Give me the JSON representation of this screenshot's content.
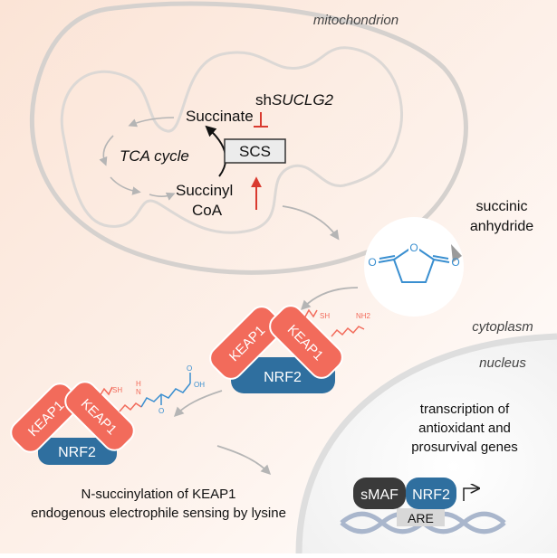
{
  "labels": {
    "mitochondrion": "mitochondrion",
    "succinate": "Succinate",
    "tca_cycle": "TCA cycle",
    "succinyl": "Succinyl",
    "coa": "CoA",
    "sh_prefix": "sh",
    "sh_gene": "SUCLG2",
    "scs": "SCS",
    "succinic": "succinic",
    "anhydride": "anhydride",
    "cytoplasm": "cytoplasm",
    "nucleus": "nucleus",
    "transcription_line1": "transcription of",
    "transcription_line2": "antioxidant and",
    "transcription_line3": "prosurvival genes",
    "caption_line1": "N-succinylation of KEAP1",
    "caption_line2": "endogenous electrophile sensing by lysine",
    "keap1": "KEAP1",
    "nrf2": "NRF2",
    "smaf": "sMAF",
    "are": "ARE",
    "sh_group": "SH",
    "nh2_group": "NH2",
    "oh_group": "OH",
    "o_atom": "O",
    "h_atom": "H",
    "n_atom": "N"
  },
  "colors": {
    "keap1": "#f26b5b",
    "nrf2": "#2f6f9f",
    "smaf": "#3a3a3a",
    "inhibit": "#d93a2f",
    "molecule": "#3a8fd0",
    "mito_outline": "#cfcbc8",
    "background_warm": "#fbe7da"
  }
}
